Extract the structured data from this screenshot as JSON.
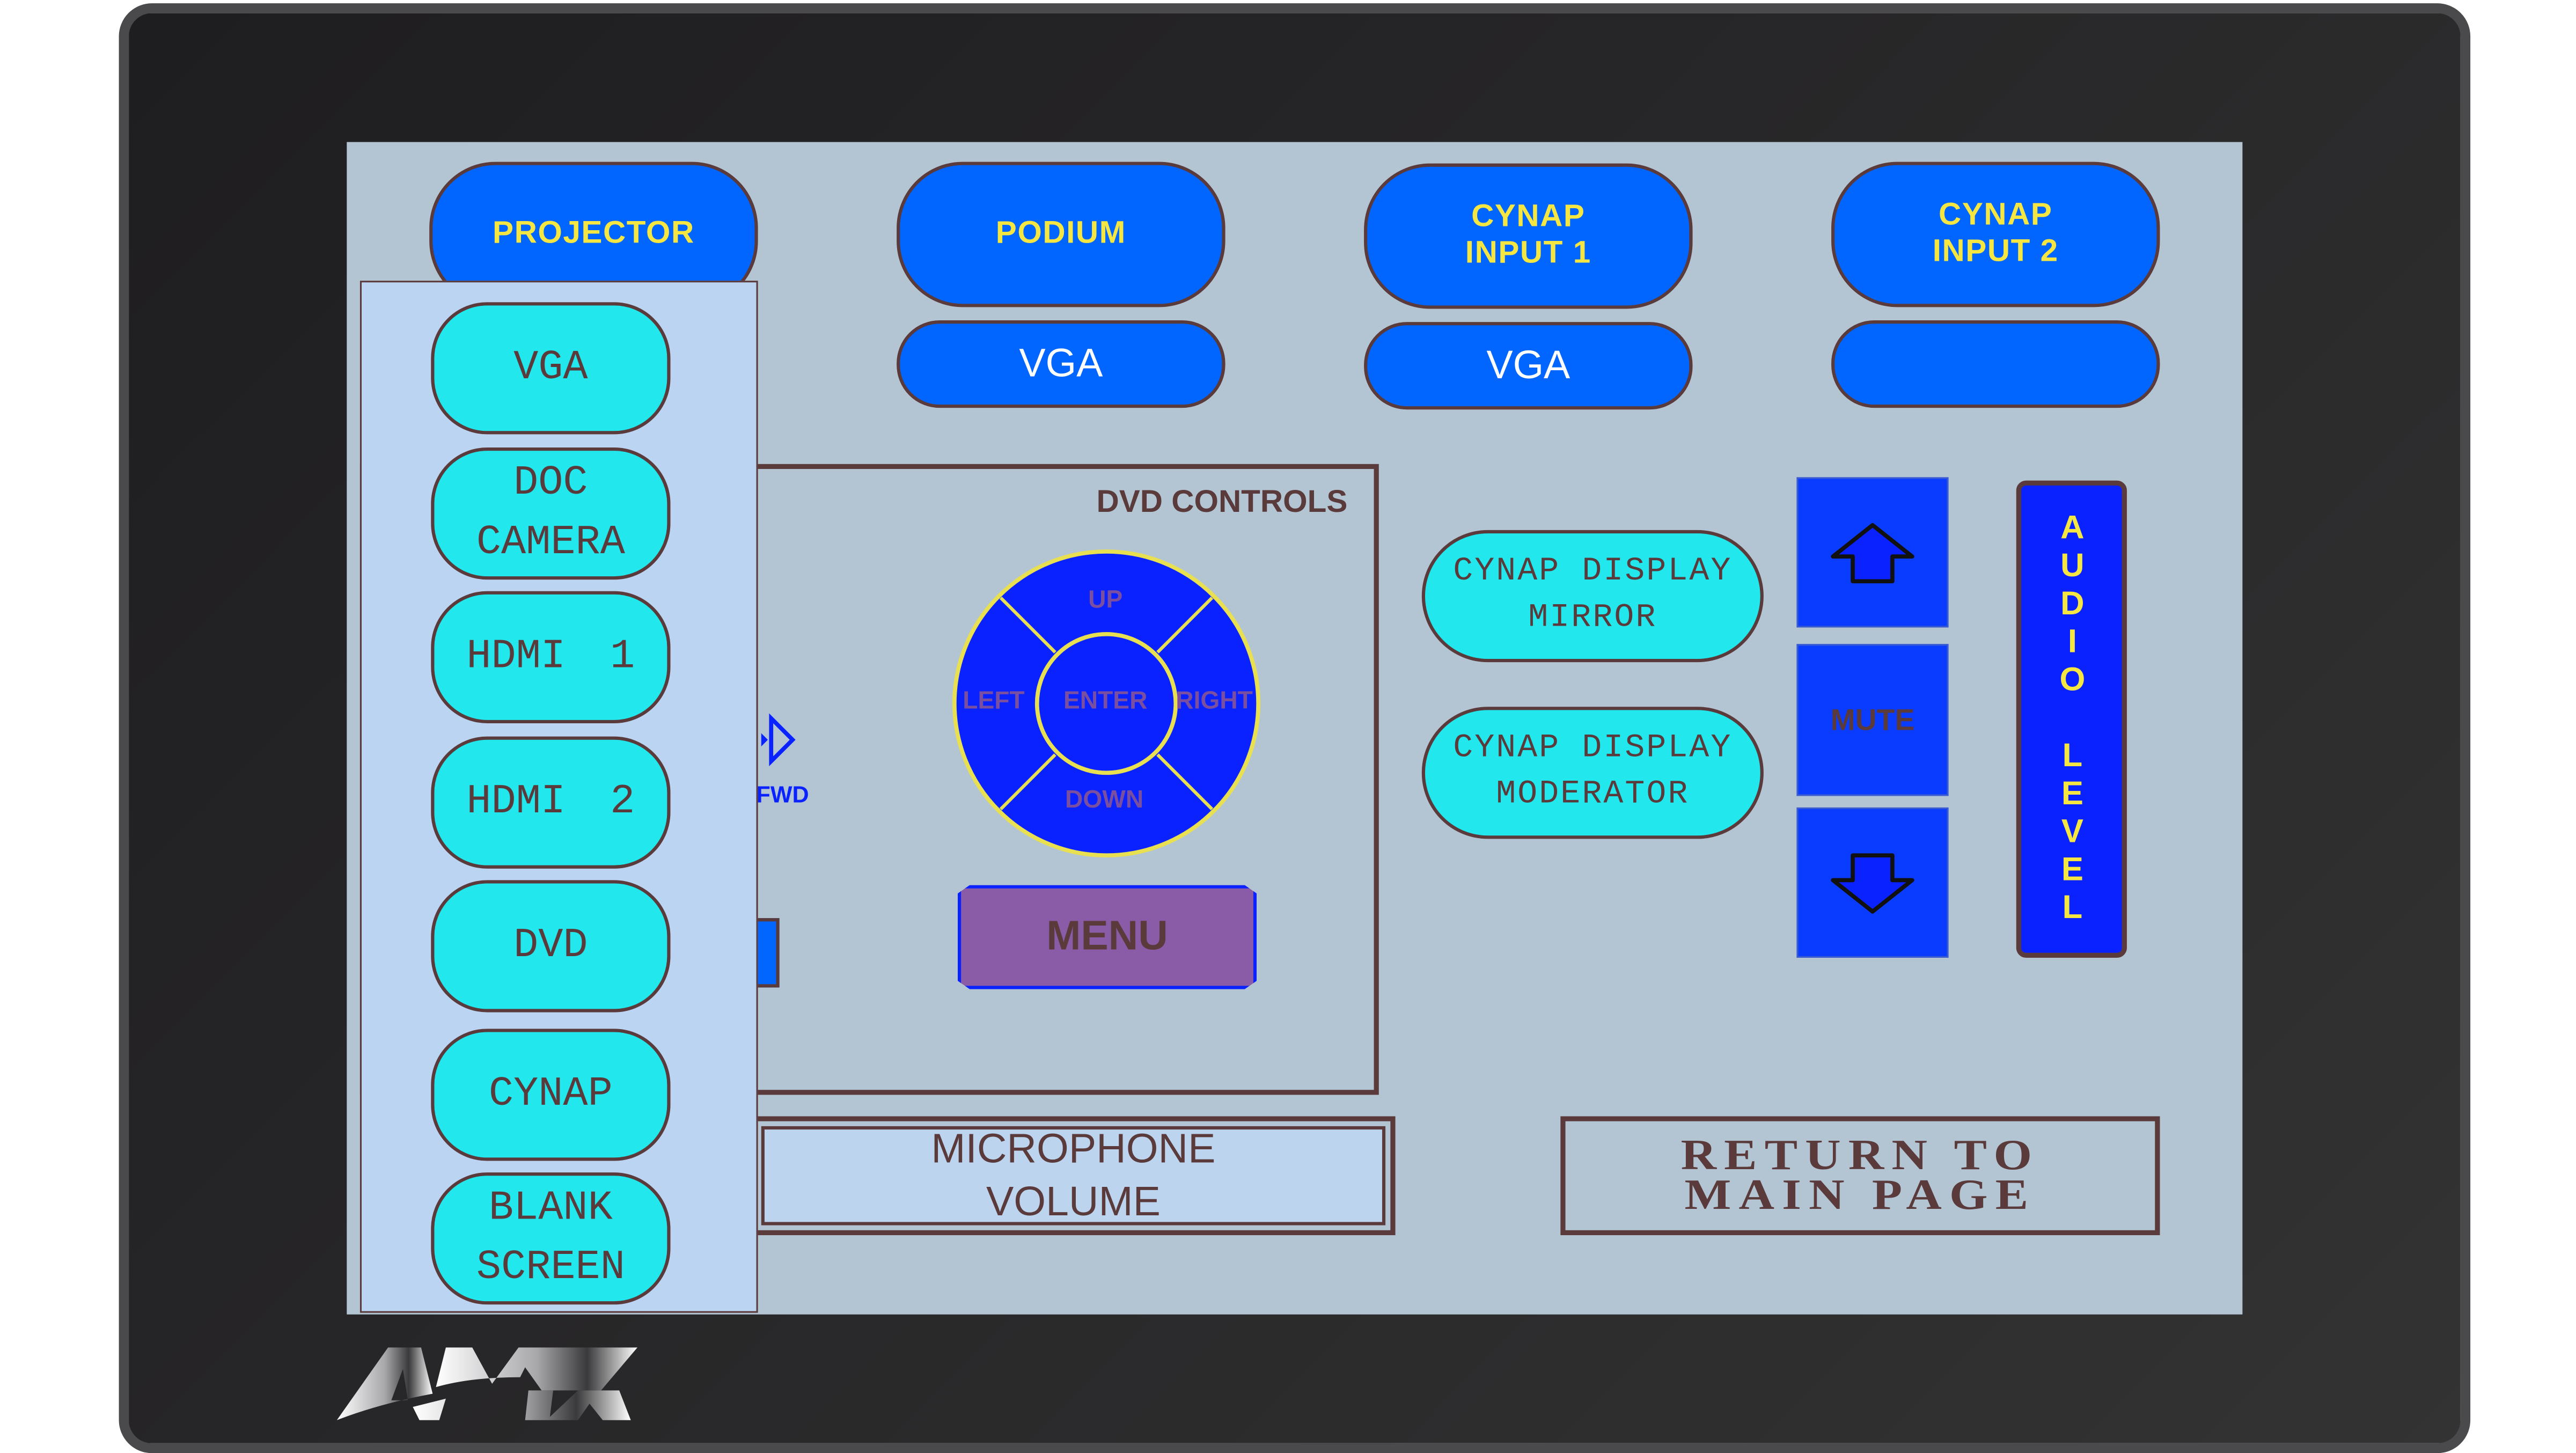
{
  "brand": {
    "logo_text": "AMX"
  },
  "colors": {
    "screen_bg": "#b3c5d3",
    "source_button": "#0066ff",
    "label_yellow": "#f5e642",
    "cyan_button": "#22e8ee",
    "border": "#5a3a3a",
    "audio_blue": "#0a3cff",
    "menu_purple": "#8a5ca8",
    "popup_bg": "#bad4f2"
  },
  "sources": [
    {
      "label": "PROJECTOR",
      "sub": ""
    },
    {
      "label": "PODIUM",
      "sub": "VGA"
    },
    {
      "label": "CYNAP INPUT 1",
      "sub": "VGA"
    },
    {
      "label": "CYNAP INPUT 2",
      "sub": ""
    }
  ],
  "dvd": {
    "title": "DVD CONTROLS",
    "up": "UP",
    "down": "DOWN",
    "left": "LEFT",
    "right": "RIGHT",
    "enter": "ENTER",
    "menu": "MENU",
    "fwd": "FWD"
  },
  "cynap": {
    "mirror": "CYNAP DISPLAY MIRROR",
    "moderator": "CYNAP DISPLAY MODERATOR"
  },
  "audio": {
    "mute": "MUTE",
    "level_label": "AUDIO LEVEL",
    "up_icon": "arrow-up-icon",
    "down_icon": "arrow-down-icon"
  },
  "microphone": {
    "label": "MICROPHONE VOLUME"
  },
  "return": {
    "label": "RETURN TO MAIN PAGE"
  },
  "popup": {
    "items": [
      "VGA",
      "DOC CAMERA",
      "HDMI 1",
      "HDMI 2",
      "DVD",
      "CYNAP",
      "BLANK SCREEN"
    ]
  }
}
